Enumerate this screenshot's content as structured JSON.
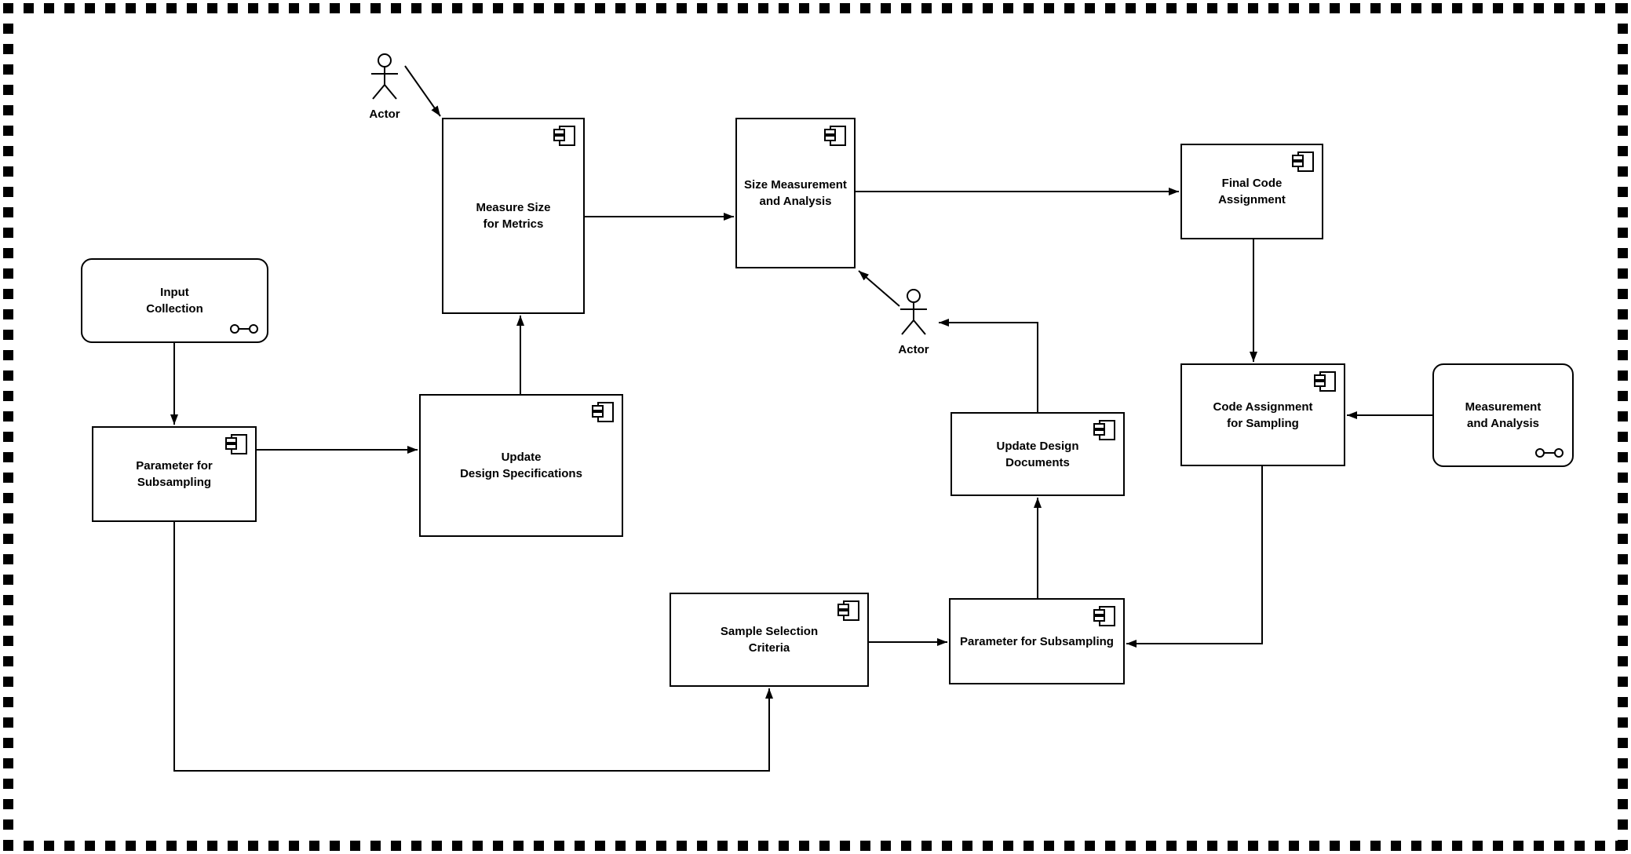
{
  "canvas": {
    "background": "#ffffff",
    "stroke": "#000000"
  },
  "nodes": {
    "measure_size": {
      "label": "Measure Size\nfor Metrics",
      "type": "component"
    },
    "size_measurement": {
      "label": "Size Measurement\nand Analysis",
      "type": "component"
    },
    "final_code": {
      "label": "Final Code\nAssignment",
      "type": "component"
    },
    "input_collection": {
      "label": "Input\nCollection",
      "type": "interface"
    },
    "update_specs": {
      "label": "Update\nDesign Specifications",
      "type": "component"
    },
    "param_left": {
      "label": "Parameter for\nSubsampling",
      "type": "component"
    },
    "update_docs": {
      "label": "Update Design\nDocuments",
      "type": "component"
    },
    "code_assignment": {
      "label": "Code Assignment\nfor Sampling",
      "type": "component"
    },
    "measurement_analysis": {
      "label": "Measurement\nand Analysis",
      "type": "interface"
    },
    "sample_selection": {
      "label": "Sample Selection\nCriteria",
      "type": "component"
    },
    "param_bottom": {
      "label": "Parameter for Subsampling",
      "type": "component"
    }
  },
  "actors": {
    "actor_top": {
      "label": "Actor"
    },
    "actor_middle": {
      "label": "Actor"
    }
  }
}
